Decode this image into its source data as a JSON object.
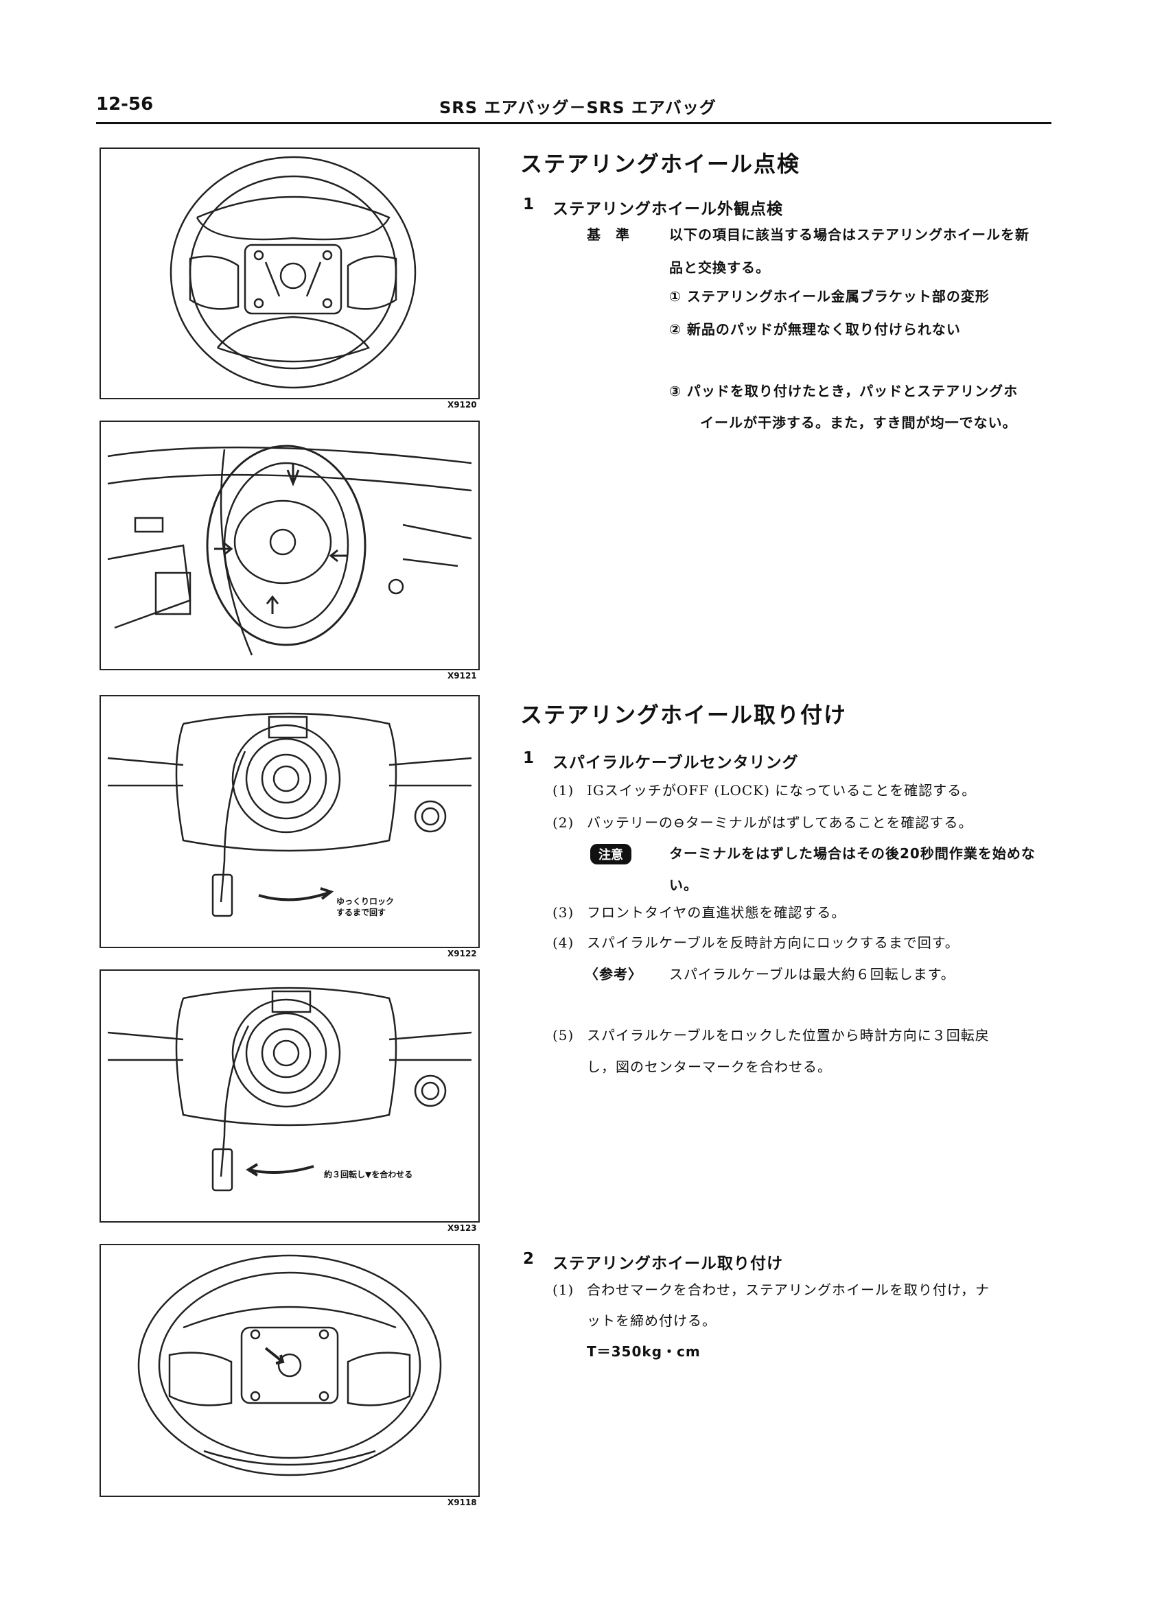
{
  "header": {
    "page_number": "12-56",
    "running_title": "SRS エアバッグ－SRS エアバッグ"
  },
  "figures": [
    {
      "caption": "X9120"
    },
    {
      "caption": "X9121"
    },
    {
      "caption": "X9122",
      "label_line1": "ゆっくりロック",
      "label_line2": "するまで回す"
    },
    {
      "caption": "X9123",
      "label": "約３回転し▼を合わせる"
    },
    {
      "caption": "X9118"
    }
  ],
  "section1": {
    "title": "ステアリングホイール点検",
    "step1": {
      "number": "1",
      "title": "ステアリングホイール外観点検",
      "criterion_label": "基　準",
      "criterion_line1": "以下の項目に該当する場合はステアリングホイールを新",
      "criterion_line2": "品と交換する。",
      "items": [
        "① ステアリングホイール金属ブラケット部の変形",
        "② 新品のパッドが無理なく取り付けられない",
        "③ パッドを取り付けたとき，パッドとステアリングホ"
      ],
      "item3_line2": "イールが干渉する。また，すき間が均一でない。"
    }
  },
  "section2": {
    "title": "ステアリングホイール取り付け",
    "step1": {
      "number": "1",
      "title": "スパイラルケーブルセンタリング",
      "items": [
        {
          "num": "(1)",
          "text": "IGスイッチがOFF (LOCK) になっていることを確認する。"
        },
        {
          "num": "(2)",
          "text": "バッテリーの⊖ターミナルがはずしてあることを確認する。"
        },
        {
          "num": "(3)",
          "text": "フロントタイヤの直進状態を確認する。"
        },
        {
          "num": "(4)",
          "text": "スパイラルケーブルを反時計方向にロックするまで回す。"
        },
        {
          "num": "(5)",
          "text": "スパイラルケーブルをロックした位置から時計方向に３回転戻"
        }
      ],
      "caution_badge": "注意",
      "caution_line1": "ターミナルをはずした場合はその後20秒間作業を始めな",
      "caution_line2": "い。",
      "reference_label": "〈参考〉",
      "reference_text": "スパイラルケーブルは最大約６回転します。",
      "item5_line2": "し，図のセンターマークを合わせる。"
    },
    "step2": {
      "number": "2",
      "title": "ステアリングホイール取り付け",
      "item_num": "(1)",
      "item_line1": "合わせマークを合わせ，ステアリングホイールを取り付け，ナ",
      "item_line2": "ットを締め付ける。",
      "torque": "T＝350kg・cm"
    }
  }
}
